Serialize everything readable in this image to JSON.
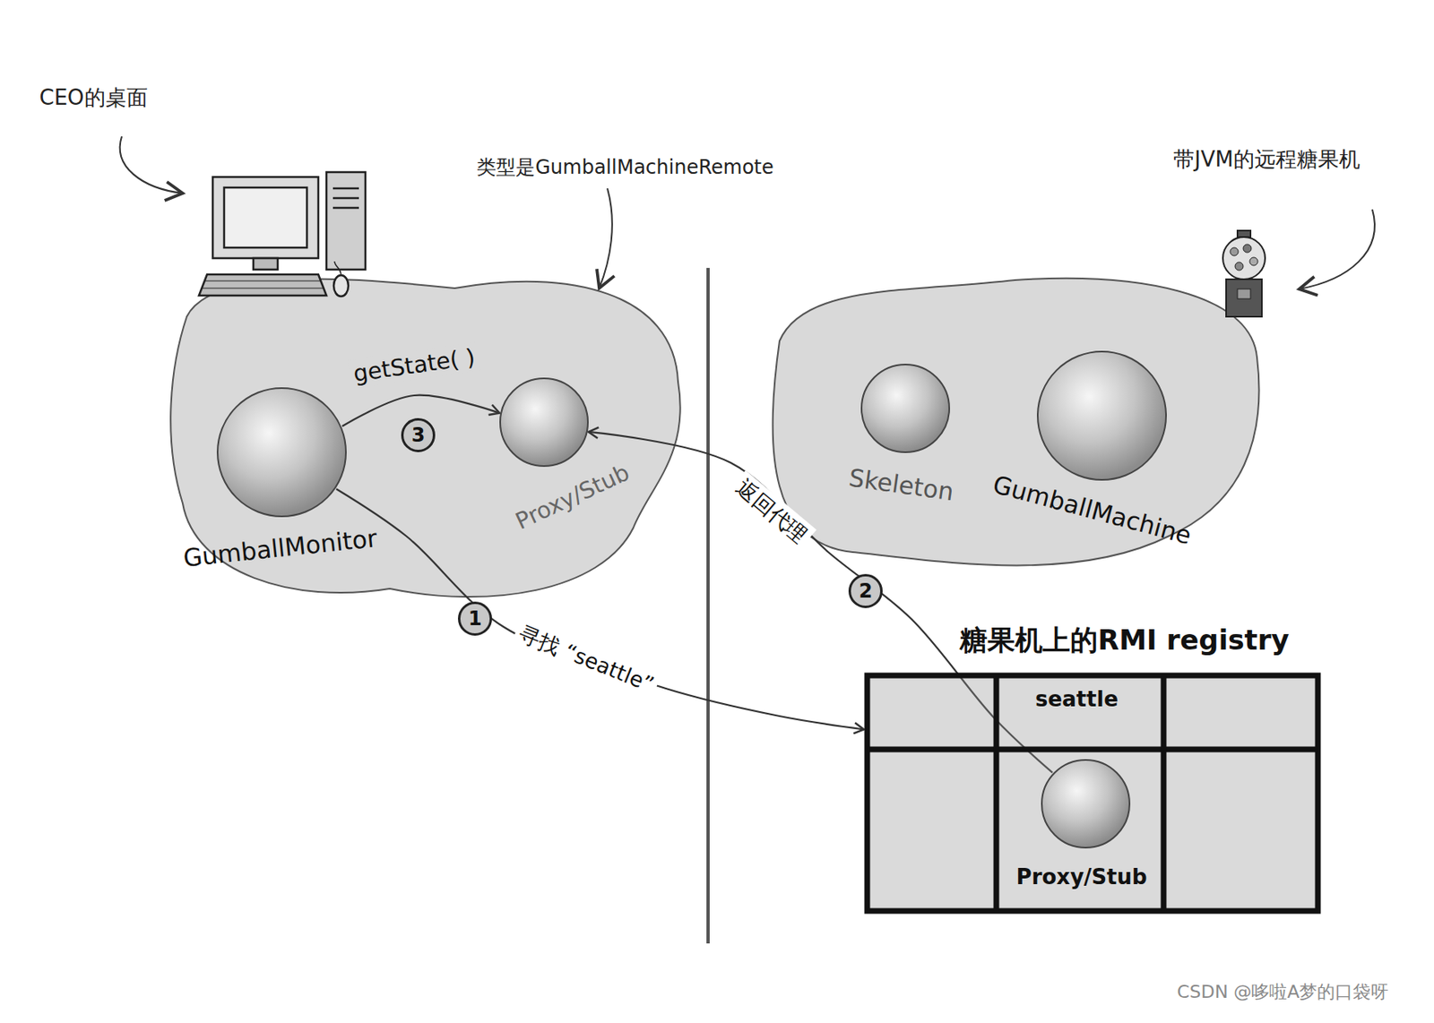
{
  "diagram": {
    "nodes": [
      {
        "text": [
          "GumballMonitor"
        ]
      },
      {
        "text": [
          "Proxy/Stub"
        ]
      },
      {
        "text": [
          "Skeleton"
        ]
      },
      {
        "text": [
          "GumballMachine"
        ]
      },
      {
        "text": [
          "糖果机上的RMI registry",
          "seattle"
        ]
      },
      {
        "text": [
          "Proxy/Stub"
        ],
        "in": 4
      }
    ],
    "edges": [
      {
        "from": 0,
        "to": 1,
        "label": "getState( )",
        "arrow": "to"
      },
      {
        "from": 0,
        "to": 4,
        "label": "寻找 “seattle”",
        "arrow": "to"
      },
      {
        "from": 5,
        "to": 1,
        "label": "返回代理",
        "arrow": "to"
      }
    ],
    "labels": [
      "CEO的桌面",
      "类型是GumballMachineRemote",
      "带JVM的远程糖果机",
      "1",
      "2",
      "3",
      "CSDN @哆啦A梦的口袋呀"
    ]
  }
}
